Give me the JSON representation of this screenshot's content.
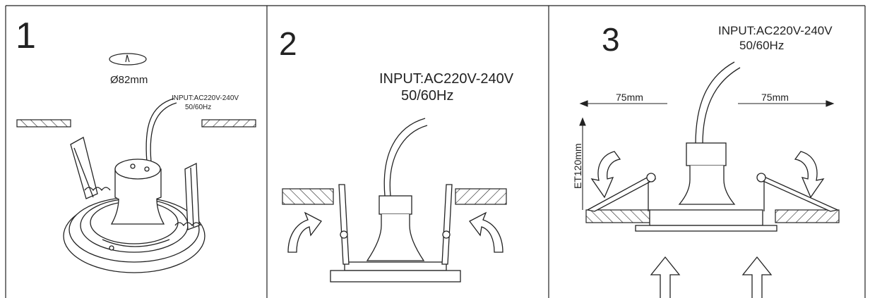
{
  "panels": [
    {
      "number": "1",
      "diameter": "Ø82mm",
      "input_line1": "INPUT:AC220V-240V",
      "input_line2": "50/60Hz"
    },
    {
      "number": "2",
      "input_line1": "INPUT:AC220V-240V",
      "input_line2": "50/60Hz"
    },
    {
      "number": "3",
      "input_line1": "INPUT:AC220V-240V",
      "input_line2": "50/60Hz",
      "clearance_left": "75mm",
      "clearance_right": "75mm",
      "height": "ET120mm"
    }
  ],
  "colors": {
    "line": "#222222",
    "background": "#ffffff"
  }
}
